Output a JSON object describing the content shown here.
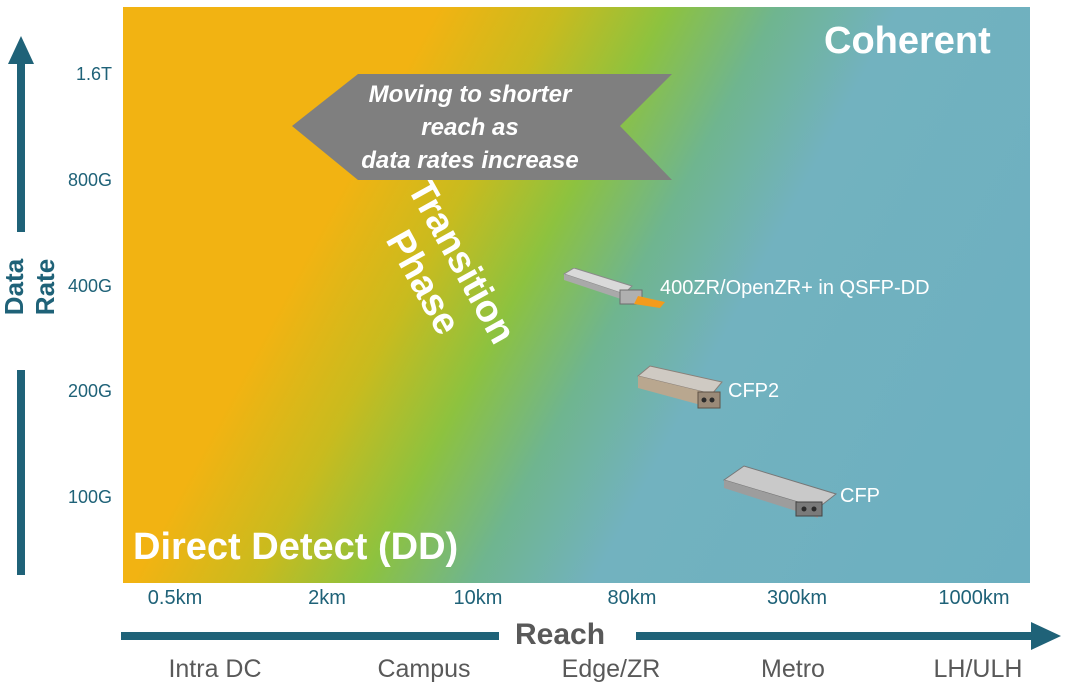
{
  "axes": {
    "y_label": "Data Rate",
    "x_label": "Reach",
    "y_ticks": [
      "1.6T",
      "800G",
      "400G",
      "200G",
      "100G"
    ],
    "x_ticks": [
      "0.5km",
      "2km",
      "10km",
      "80km",
      "300km",
      "1000km"
    ],
    "categories": [
      "Intra DC",
      "Campus",
      "Edge/ZR",
      "Metro",
      "LH/ULH"
    ]
  },
  "zones": {
    "coherent": "Coherent",
    "direct_detect": "Direct Detect (DD)",
    "transition_line1": "Transition",
    "transition_line2": "Phase"
  },
  "arrow_text": {
    "line1": "Moving to shorter",
    "line2": "reach as",
    "line3": "data rates increase"
  },
  "modules": [
    {
      "label": "400ZR/OpenZR+  in QSFP-DD"
    },
    {
      "label": "CFP2"
    },
    {
      "label": "CFP"
    }
  ],
  "colors": {
    "axis": "#1f6278",
    "dd_zone": "#f2b312",
    "transition_zone": "#8dc23f",
    "coherent_zone": "#6cafc0",
    "arrow": "#7f7f7f"
  }
}
